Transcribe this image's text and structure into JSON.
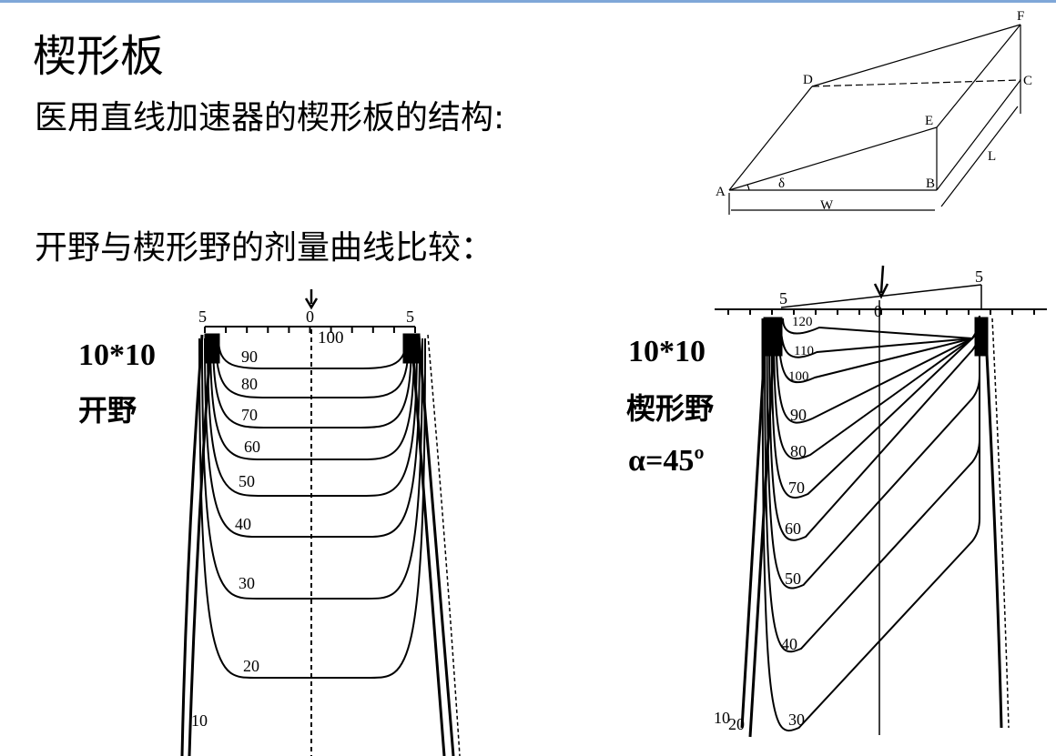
{
  "slide": {
    "title": "楔形板",
    "subtitle1": "医用直线加速器的楔形板的结构:",
    "subtitle2": "开野与楔形野的剂量曲线比较："
  },
  "wedge_diagram": {
    "points": [
      "A",
      "B",
      "C",
      "D",
      "E",
      "F"
    ],
    "angle": "δ",
    "width": "W",
    "length": "L"
  },
  "open_field": {
    "label_size": "10*10",
    "label_type": "开野",
    "ticks": [
      "5",
      "0",
      "5"
    ],
    "max_label": "100",
    "isodose": [
      "90",
      "80",
      "70",
      "60",
      "50",
      "40",
      "30",
      "20",
      "10"
    ]
  },
  "wedge_field": {
    "label_size": "10*10",
    "label_type": "楔形野",
    "label_angle": "α=45º",
    "ticks": [
      "5",
      "0",
      "5"
    ],
    "isodose": [
      "120",
      "110",
      "100",
      "90",
      "80",
      "70",
      "60",
      "50",
      "40",
      "30",
      "20",
      "10"
    ]
  }
}
